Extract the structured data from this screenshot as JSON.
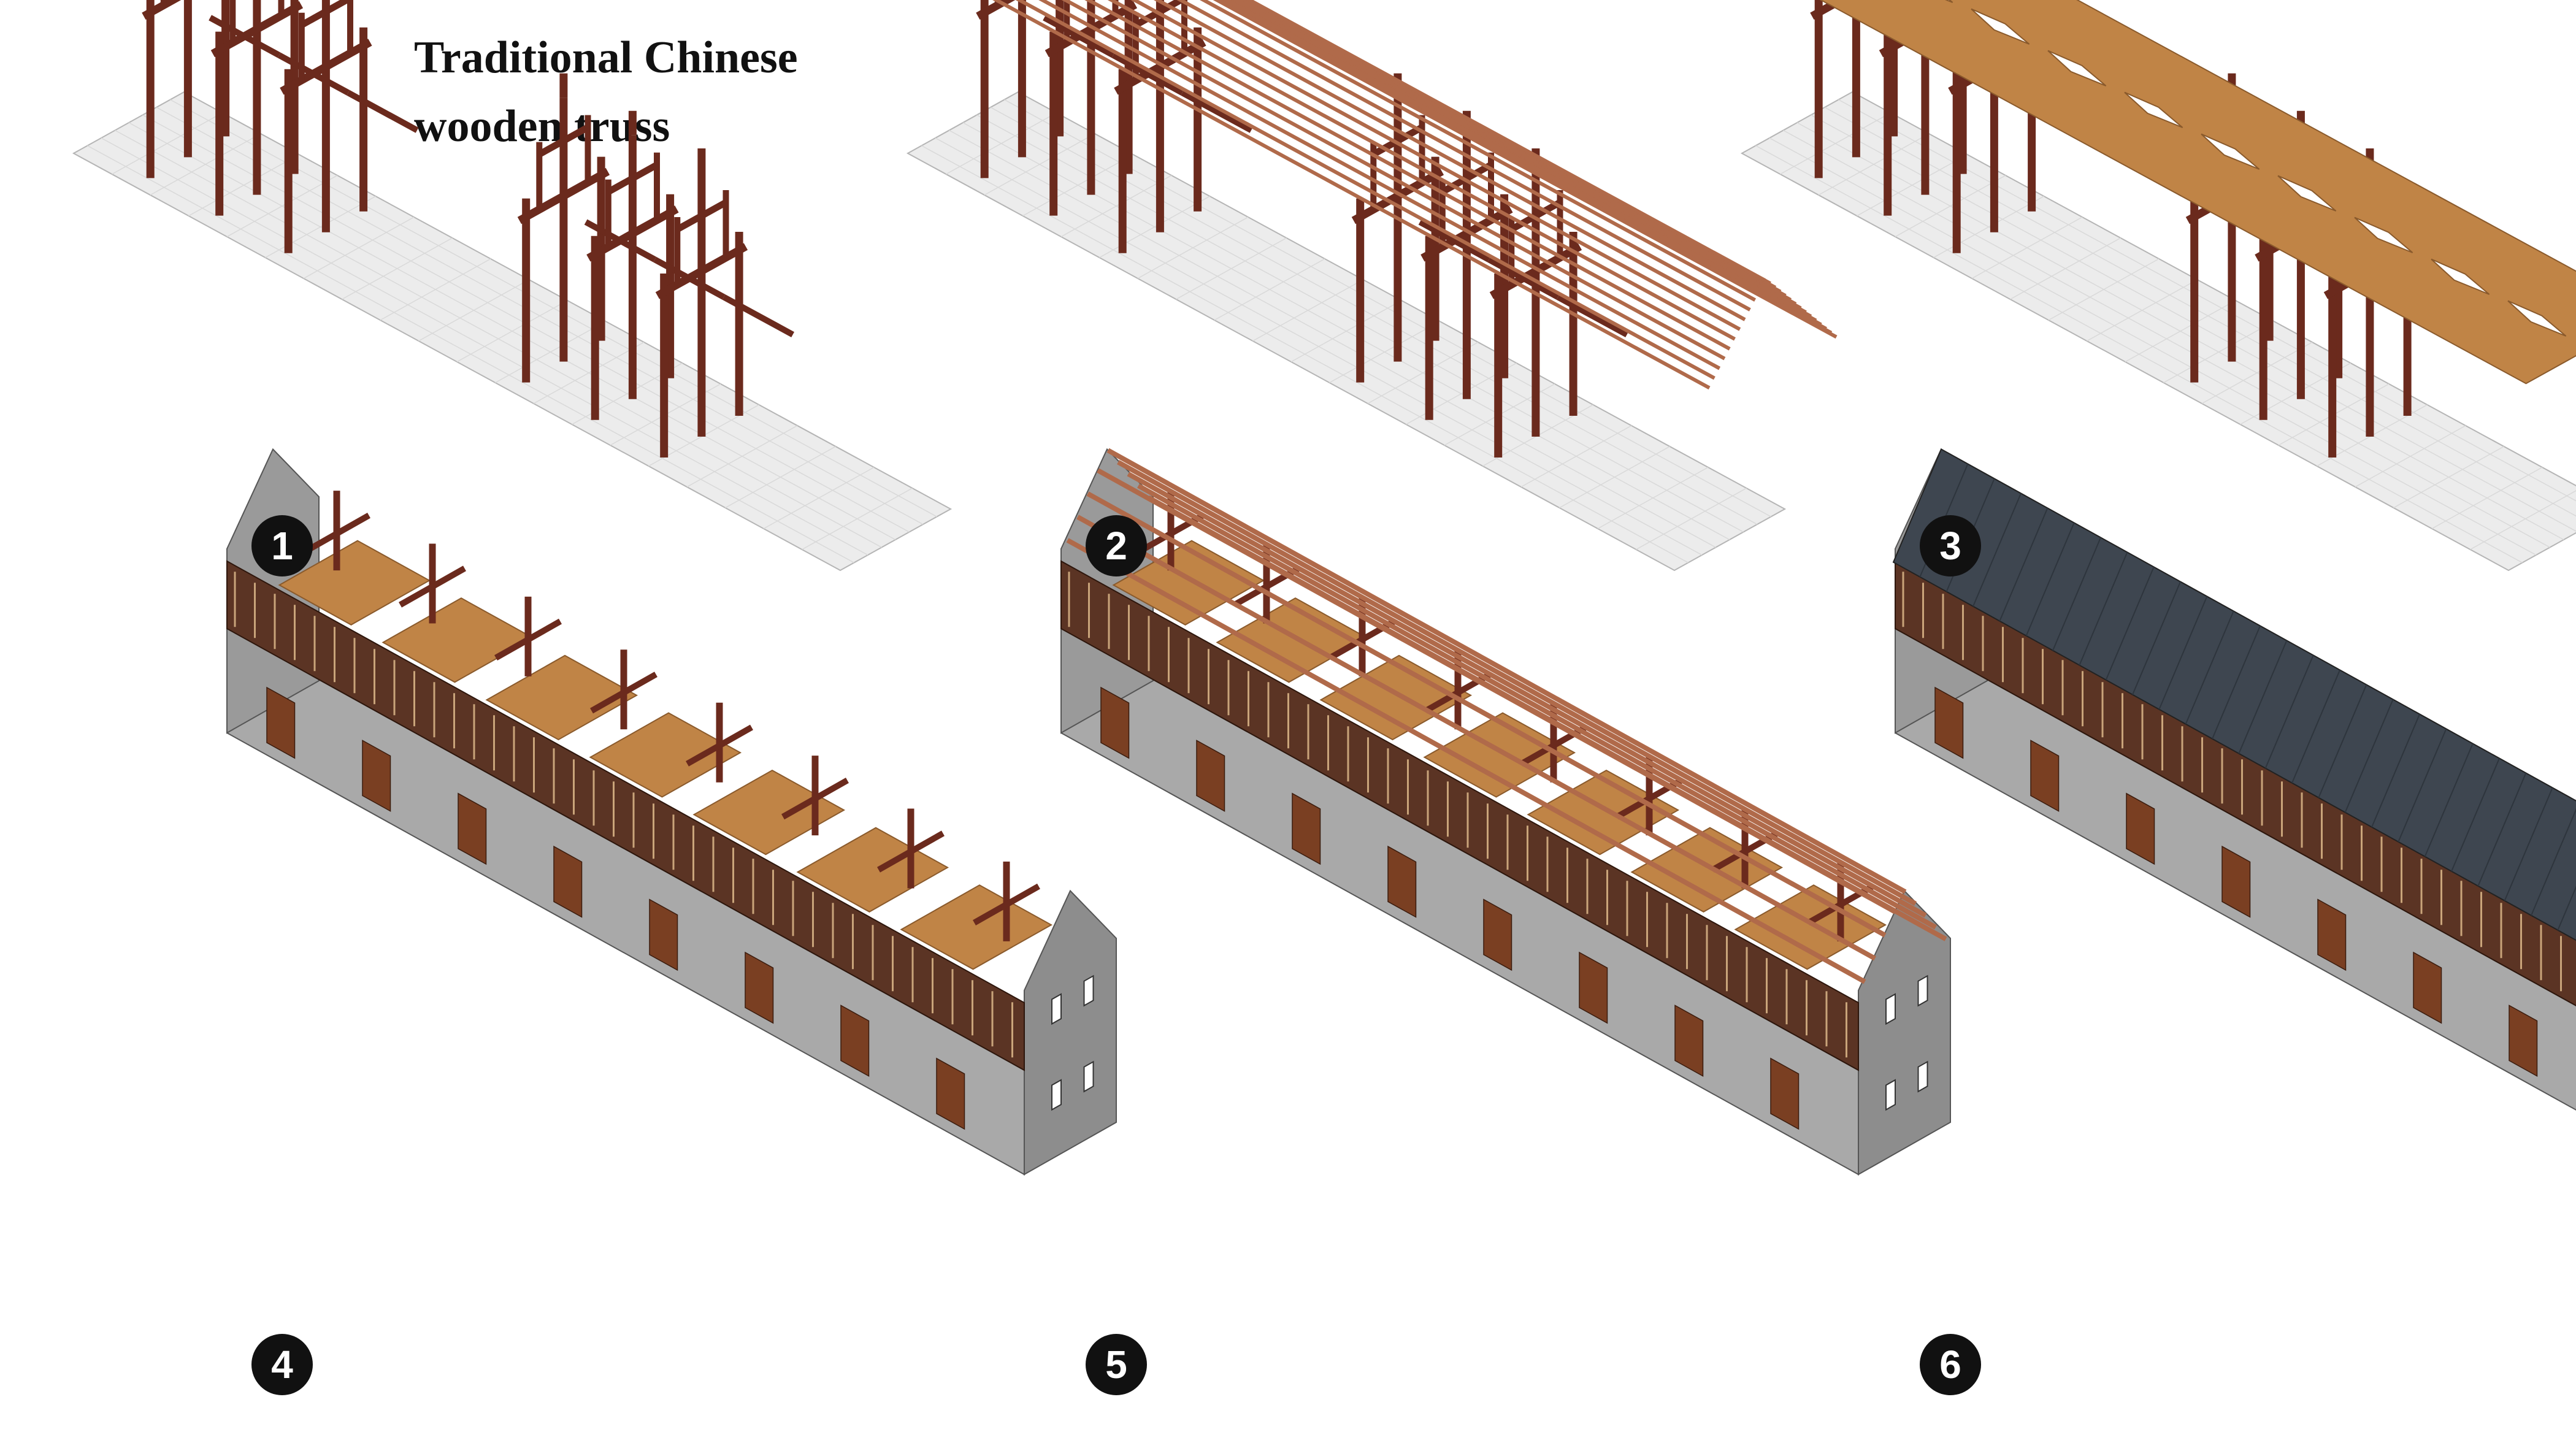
{
  "caption": {
    "line1": "Traditional Chinese",
    "line2": "wooden truss"
  },
  "steps": [
    {
      "number": "1",
      "stage": "wooden-truss-frames"
    },
    {
      "number": "2",
      "stage": "frames-with-purlins"
    },
    {
      "number": "3",
      "stage": "frames-with-floor-and-stairs"
    },
    {
      "number": "4",
      "stage": "walls-and-floors"
    },
    {
      "number": "5",
      "stage": "walls-with-roof-framing"
    },
    {
      "number": "6",
      "stage": "completed-building-with-tiled-roof"
    }
  ],
  "colors": {
    "timber": "#6b2a1d",
    "timber_light": "#8b3f2a",
    "purlin": "#b06a4a",
    "floorboard": "#c08446",
    "ground": "#ececec",
    "wall_front": "#a9a9a9",
    "wall_side": "#8d8d8d",
    "roof_tile": "#3e4650",
    "door": "#7a3f22",
    "badge": "#111111"
  }
}
